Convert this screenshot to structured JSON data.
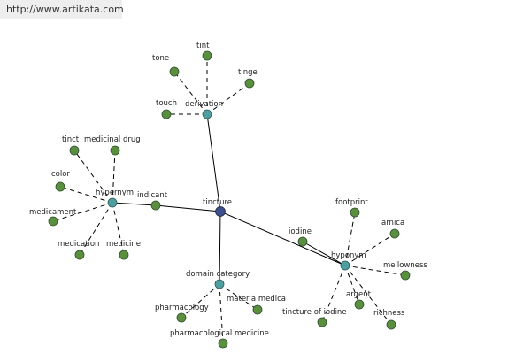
{
  "header": {
    "url": "http://www.artikata.com"
  },
  "colors": {
    "leaf": "#5a8f3e",
    "hub": "#4f9ea0",
    "root": "#3d4f8e",
    "edge": "#000000"
  },
  "graph": {
    "root": "tincture",
    "nodes": [
      {
        "id": "tincture",
        "label": "tincture",
        "kind": "root"
      },
      {
        "id": "derivation",
        "label": "derivation",
        "kind": "hub"
      },
      {
        "id": "hypernym",
        "label": "hypernym",
        "kind": "hub"
      },
      {
        "id": "hyponym",
        "label": "hyponym",
        "kind": "hub"
      },
      {
        "id": "domain-category",
        "label": "domain category",
        "kind": "hub"
      },
      {
        "id": "indicant",
        "label": "indicant",
        "kind": "leaf"
      },
      {
        "id": "iodine",
        "label": "iodine",
        "kind": "leaf"
      },
      {
        "id": "tone",
        "label": "tone",
        "kind": "leaf"
      },
      {
        "id": "tint",
        "label": "tint",
        "kind": "leaf"
      },
      {
        "id": "tinge",
        "label": "tinge",
        "kind": "leaf"
      },
      {
        "id": "touch",
        "label": "touch",
        "kind": "leaf"
      },
      {
        "id": "tinct",
        "label": "tinct",
        "kind": "leaf"
      },
      {
        "id": "medicinal-drug",
        "label": "medicinal drug",
        "kind": "leaf"
      },
      {
        "id": "color",
        "label": "color",
        "kind": "leaf"
      },
      {
        "id": "medicament",
        "label": "medicament",
        "kind": "leaf"
      },
      {
        "id": "medication",
        "label": "medication",
        "kind": "leaf"
      },
      {
        "id": "medicine",
        "label": "medicine",
        "kind": "leaf"
      },
      {
        "id": "footprint",
        "label": "footprint",
        "kind": "leaf"
      },
      {
        "id": "arnica",
        "label": "arnica",
        "kind": "leaf"
      },
      {
        "id": "mellowness",
        "label": "mellowness",
        "kind": "leaf"
      },
      {
        "id": "argent",
        "label": "argent",
        "kind": "leaf"
      },
      {
        "id": "richness",
        "label": "richness",
        "kind": "leaf"
      },
      {
        "id": "tincture-of-iodine",
        "label": "tincture of iodine",
        "kind": "leaf"
      },
      {
        "id": "pharmacology",
        "label": "pharmacology",
        "kind": "leaf"
      },
      {
        "id": "materia-medica",
        "label": "materia medica",
        "kind": "leaf"
      },
      {
        "id": "pharmacological-medicine",
        "label": "pharmacological medicine",
        "kind": "leaf"
      }
    ],
    "edges": [
      {
        "from": "tincture",
        "to": "derivation",
        "style": "solid"
      },
      {
        "from": "tincture",
        "to": "hyponym",
        "style": "solid"
      },
      {
        "from": "tincture",
        "to": "domain-category",
        "style": "solid"
      },
      {
        "from": "tincture",
        "to": "indicant",
        "style": "solid"
      },
      {
        "from": "indicant",
        "to": "hypernym",
        "style": "solid"
      },
      {
        "from": "hyponym",
        "to": "iodine",
        "style": "solid"
      },
      {
        "from": "derivation",
        "to": "tone",
        "style": "dashed"
      },
      {
        "from": "derivation",
        "to": "tint",
        "style": "dashed"
      },
      {
        "from": "derivation",
        "to": "tinge",
        "style": "dashed"
      },
      {
        "from": "derivation",
        "to": "touch",
        "style": "dashed"
      },
      {
        "from": "hypernym",
        "to": "tinct",
        "style": "dashed"
      },
      {
        "from": "hypernym",
        "to": "medicinal-drug",
        "style": "dashed"
      },
      {
        "from": "hypernym",
        "to": "color",
        "style": "dashed"
      },
      {
        "from": "hypernym",
        "to": "medicament",
        "style": "dashed"
      },
      {
        "from": "hypernym",
        "to": "medication",
        "style": "dashed"
      },
      {
        "from": "hypernym",
        "to": "medicine",
        "style": "dashed"
      },
      {
        "from": "hyponym",
        "to": "footprint",
        "style": "dashed"
      },
      {
        "from": "hyponym",
        "to": "arnica",
        "style": "dashed"
      },
      {
        "from": "hyponym",
        "to": "mellowness",
        "style": "dashed"
      },
      {
        "from": "hyponym",
        "to": "argent",
        "style": "dashed"
      },
      {
        "from": "hyponym",
        "to": "richness",
        "style": "dashed"
      },
      {
        "from": "hyponym",
        "to": "tincture-of-iodine",
        "style": "dashed"
      },
      {
        "from": "domain-category",
        "to": "pharmacology",
        "style": "dashed"
      },
      {
        "from": "domain-category",
        "to": "materia-medica",
        "style": "dashed"
      },
      {
        "from": "domain-category",
        "to": "pharmacological-medicine",
        "style": "dashed"
      }
    ]
  }
}
